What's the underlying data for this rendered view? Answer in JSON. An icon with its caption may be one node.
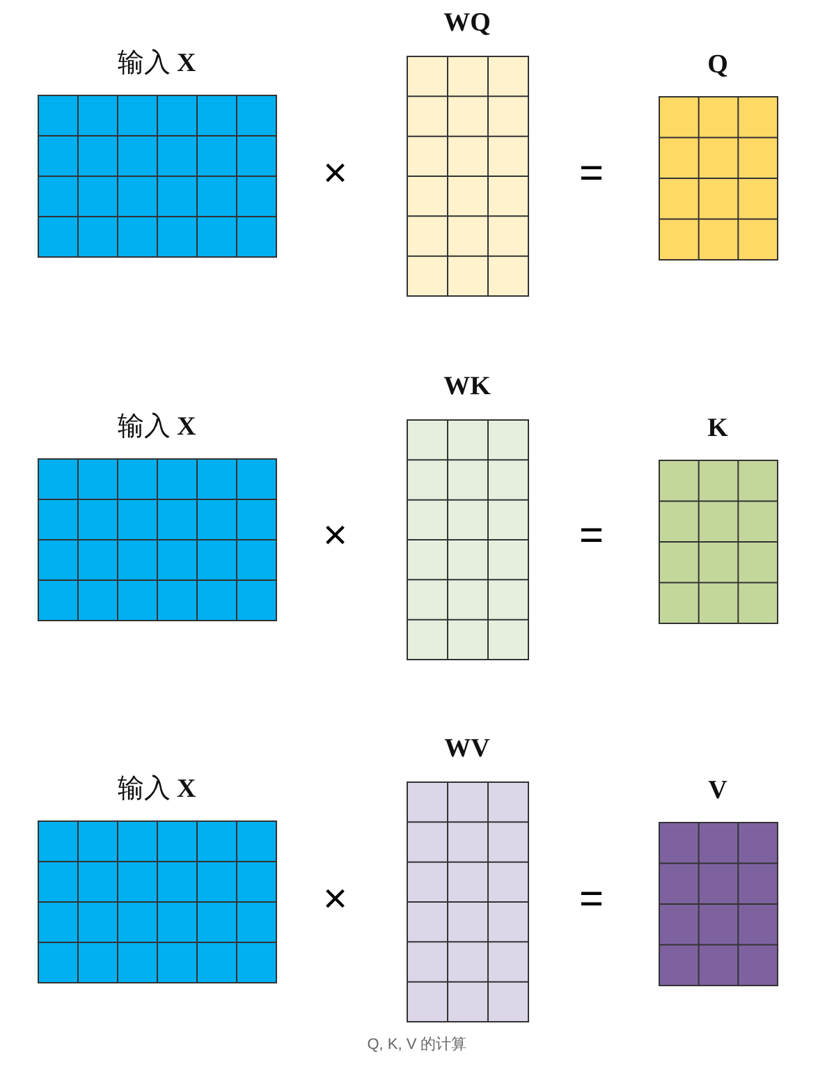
{
  "diagram": {
    "caption": "Q, K, V 的计算",
    "nodes": [
      {
        "text": [
          "输入 **X**"
        ]
      },
      {
        "text": [
          "WQ"
        ]
      },
      {
        "text": [
          "Q"
        ]
      },
      {
        "text": [
          "输入 **X**"
        ]
      },
      {
        "text": [
          "WK"
        ]
      },
      {
        "text": [
          "K"
        ]
      },
      {
        "text": [
          "输入 **X**"
        ]
      },
      {
        "text": [
          "WV"
        ]
      },
      {
        "text": [
          "V"
        ]
      }
    ],
    "labels": [
      "×",
      "=",
      "×",
      "=",
      "×",
      "="
    ]
  }
}
